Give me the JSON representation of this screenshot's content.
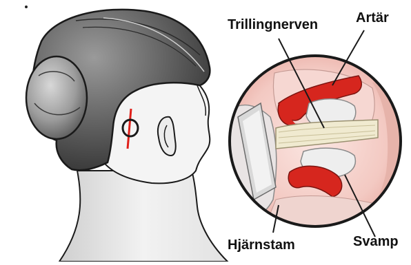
{
  "labels": {
    "trigeminal_nerve": "Trillingnerven",
    "artery": "Artär",
    "brainstem": "Hjärnstam",
    "sponge": "Svamp"
  },
  "colors": {
    "artery_red": "#d6261e",
    "nerve_cream": "#f0ead0",
    "hair_dark": "#4a4a4a",
    "skin_light": "#f4f4f4",
    "incision_red": "#e0201a",
    "outline": "#1a1a1a"
  }
}
